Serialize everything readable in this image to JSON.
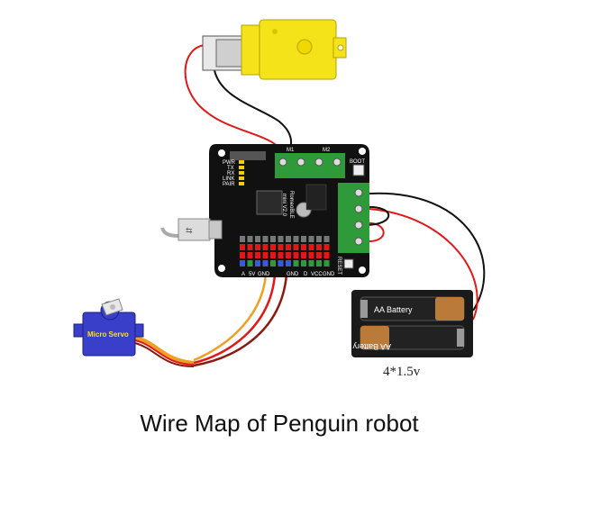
{
  "diagram": {
    "caption": "Wire Map of  Penguin robot",
    "battery_note": "4*1.5v",
    "servo_label": "Micro Servo",
    "battery_label_top": "AA Battery",
    "battery_label_bottom": "AA Battery",
    "board": {
      "name_line1": "RomeoBLE",
      "name_line2": "mini V2.0",
      "motor_label_1": "M1",
      "motor_label_2": "M2",
      "boot_label": "BOOT",
      "reset_label": "RESET",
      "status_labels": [
        "PWR",
        "TX",
        "RX",
        "LINK",
        "PAIR"
      ],
      "bottom_labels": [
        "A",
        "5V",
        "GND",
        "GND",
        "D",
        "VCC",
        "GND"
      ]
    },
    "colors": {
      "board": "#111111",
      "terminal_green": "#2e9a3a",
      "motor_yellow": "#f5e31a",
      "servo_blue": "#3a3fc9",
      "wire_red": "#e21818",
      "wire_black": "#111111",
      "wire_orange": "#f0a020",
      "wire_brown": "#8a1a10"
    }
  }
}
